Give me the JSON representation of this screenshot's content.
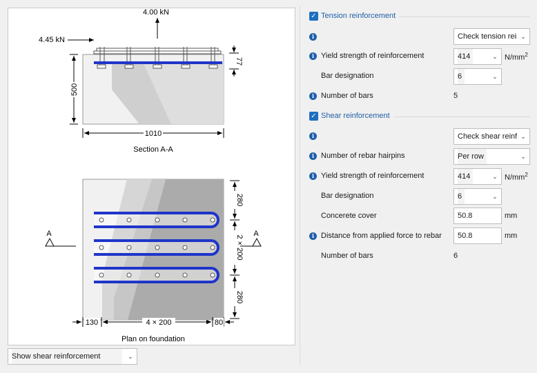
{
  "diagram": {
    "force_vertical": "4.00 kN",
    "force_horizontal": "4.45 kN",
    "dim_height": "500",
    "dim_cover": "77",
    "dim_width": "1010",
    "section_caption": "Section A-A",
    "dim_plan_top": "280",
    "dim_plan_mid": "2 × 200",
    "dim_plan_bottom": "280",
    "dim_plan_left": "130",
    "dim_plan_spacing": "4 × 200",
    "dim_plan_right": "80",
    "section_marker_left": "A",
    "section_marker_right": "A",
    "plan_caption": "Plan on foundation"
  },
  "view_select": {
    "value": "Show shear reinforcement"
  },
  "tension": {
    "title": "Tension reinforcement",
    "check_value": "Check tension rein",
    "yield_label": "Yield strength of reinforcement",
    "yield_value": "414",
    "yield_unit": "N/mm",
    "unit_sup": "2",
    "bar_label": "Bar designation",
    "bar_value": "6",
    "num_label": "Number of bars",
    "num_value": "5"
  },
  "shear": {
    "title": "Shear reinforcement",
    "check_value": "Check shear reinfo",
    "hairpins_label": "Number of rebar hairpins",
    "hairpins_value": "Per row",
    "yield_label": "Yield strength of reinforcement",
    "yield_value": "414",
    "yield_unit": "N/mm",
    "unit_sup": "2",
    "bar_label": "Bar designation",
    "bar_value": "6",
    "cover_label": "Concerete cover",
    "cover_value": "50.8",
    "cover_unit": "mm",
    "dist_label": "Distance from applied force to rebar",
    "dist_value": "50.8",
    "dist_unit": "mm",
    "num_label": "Number of bars",
    "num_value": "6"
  },
  "colors": {
    "accent": "#1e5fa8",
    "rebar": "#1f35c9",
    "concrete": "#d9d9d9"
  }
}
